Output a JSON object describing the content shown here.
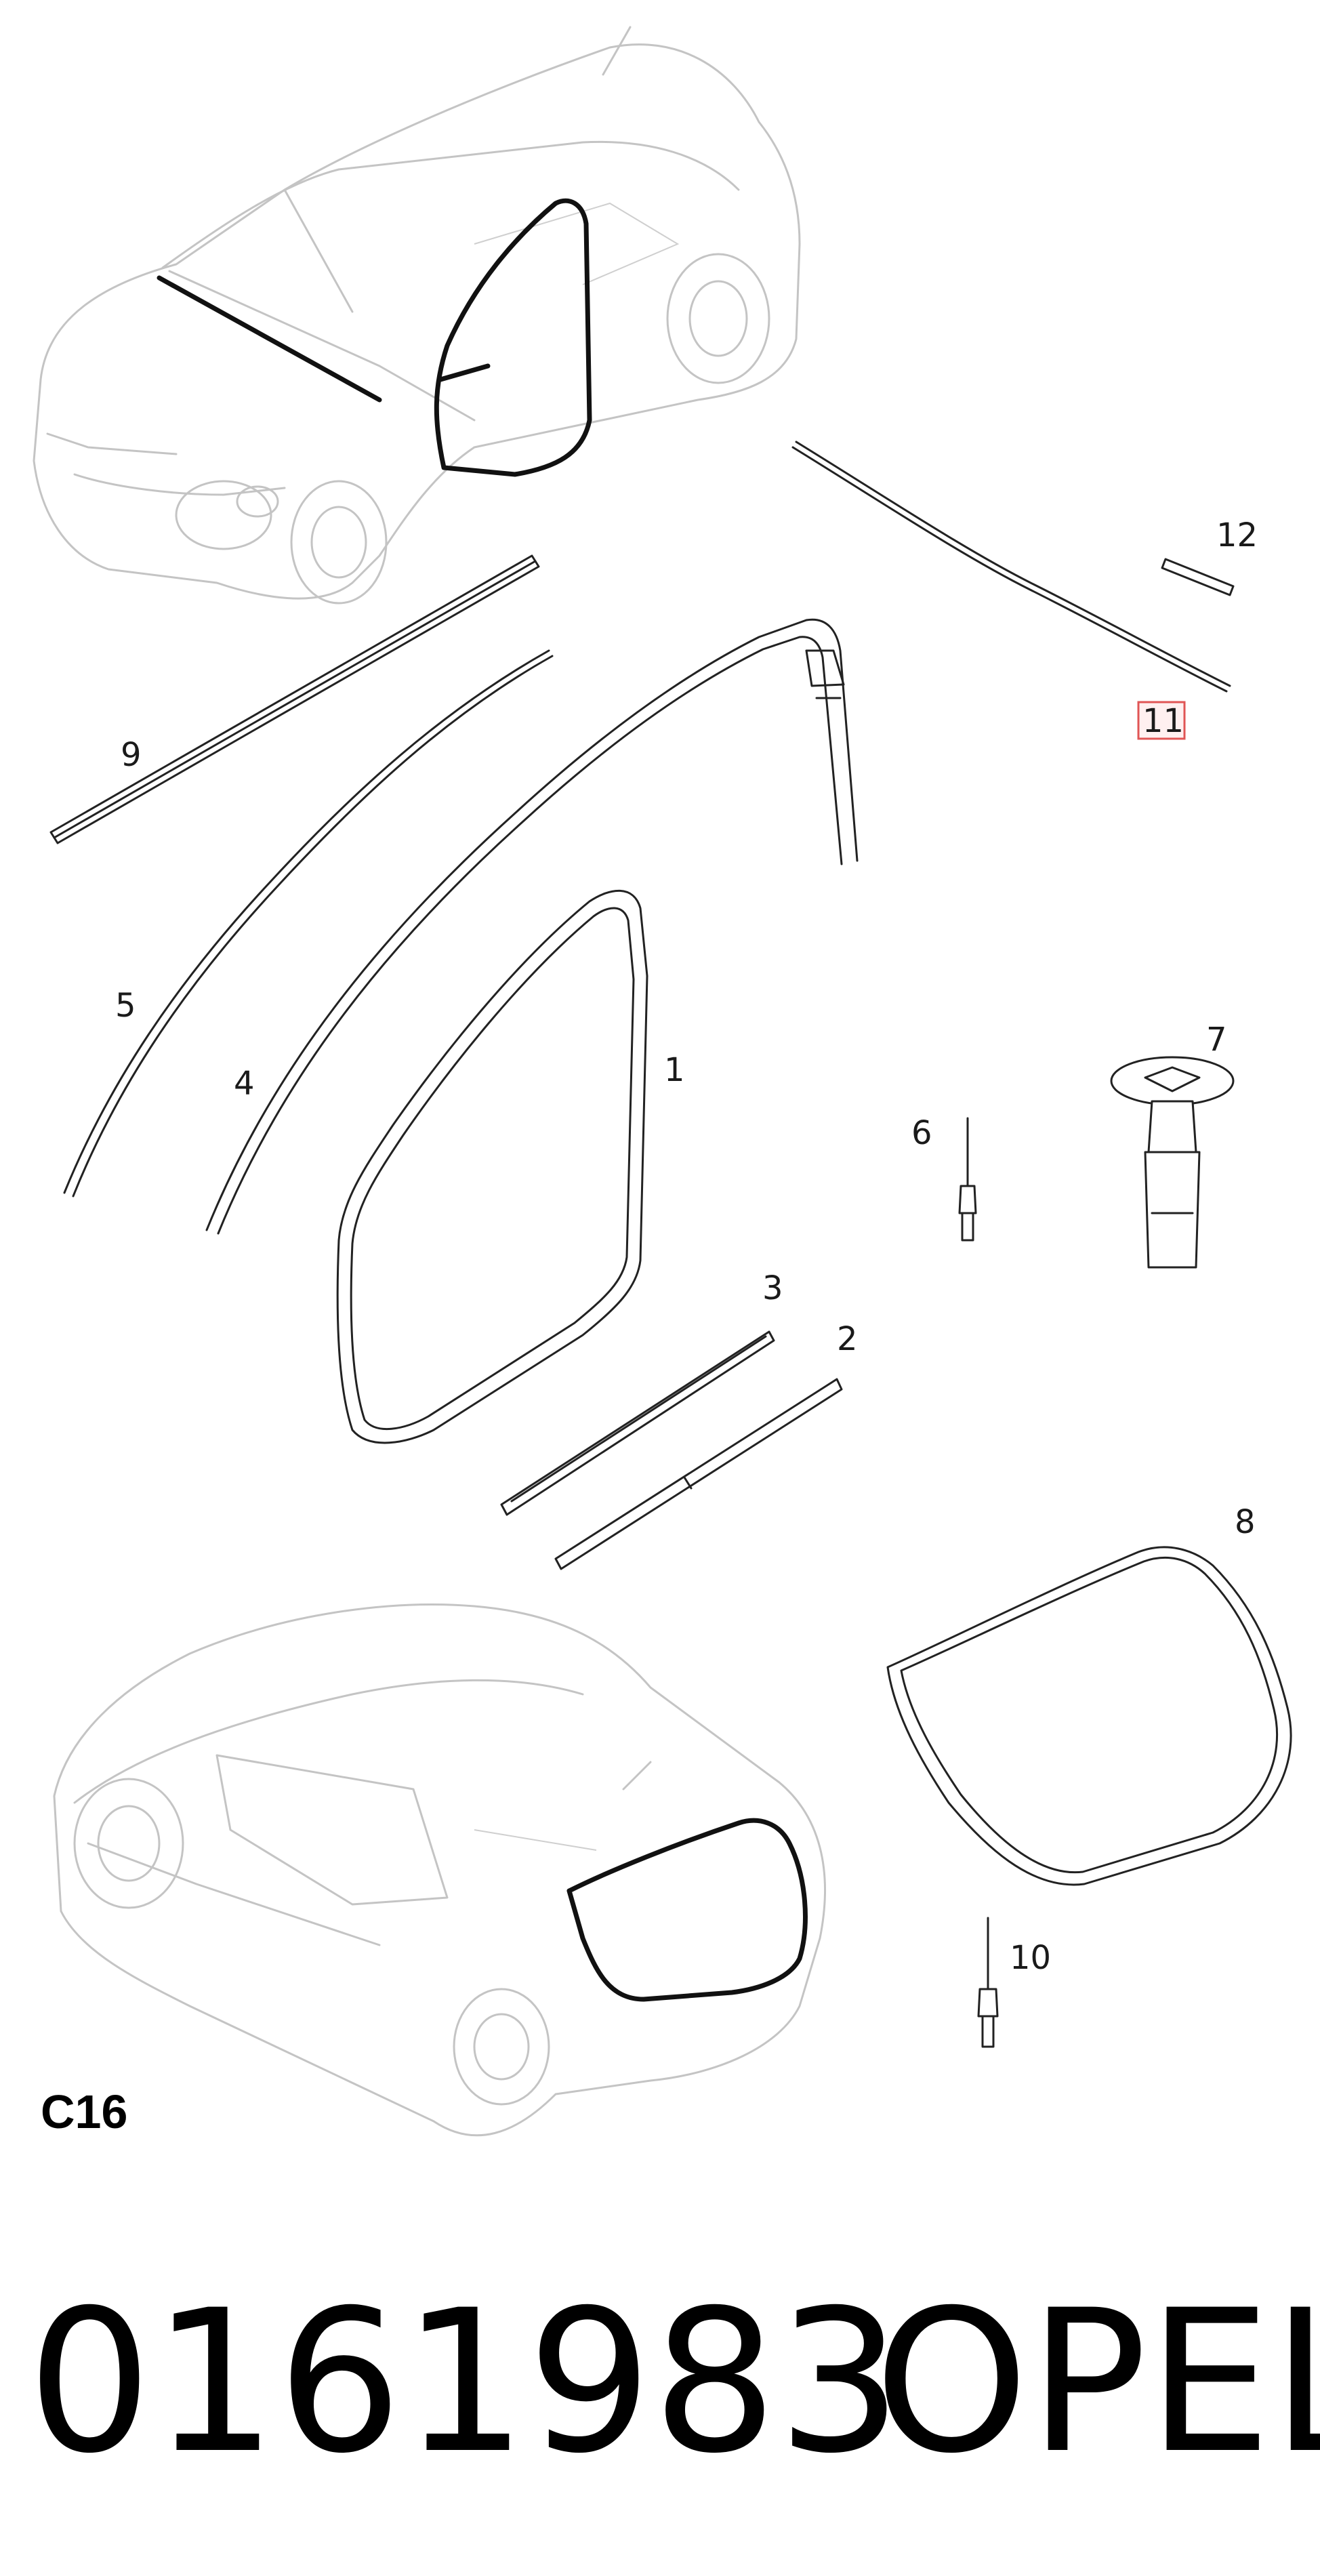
{
  "section_code": "C16",
  "part_number": "0161983",
  "brand": "OPEL",
  "callouts": {
    "p1": "1",
    "p2": "2",
    "p3": "3",
    "p4": "4",
    "p5": "5",
    "p6": "6",
    "p7": "7",
    "p8": "8",
    "p9": "9",
    "p10": "10",
    "p11": "11",
    "p12": "12"
  },
  "highlighted_callout": "11",
  "colors": {
    "highlight_border": "#e05555",
    "line_art": "#222222",
    "car_outline": "#c4c4c4"
  }
}
